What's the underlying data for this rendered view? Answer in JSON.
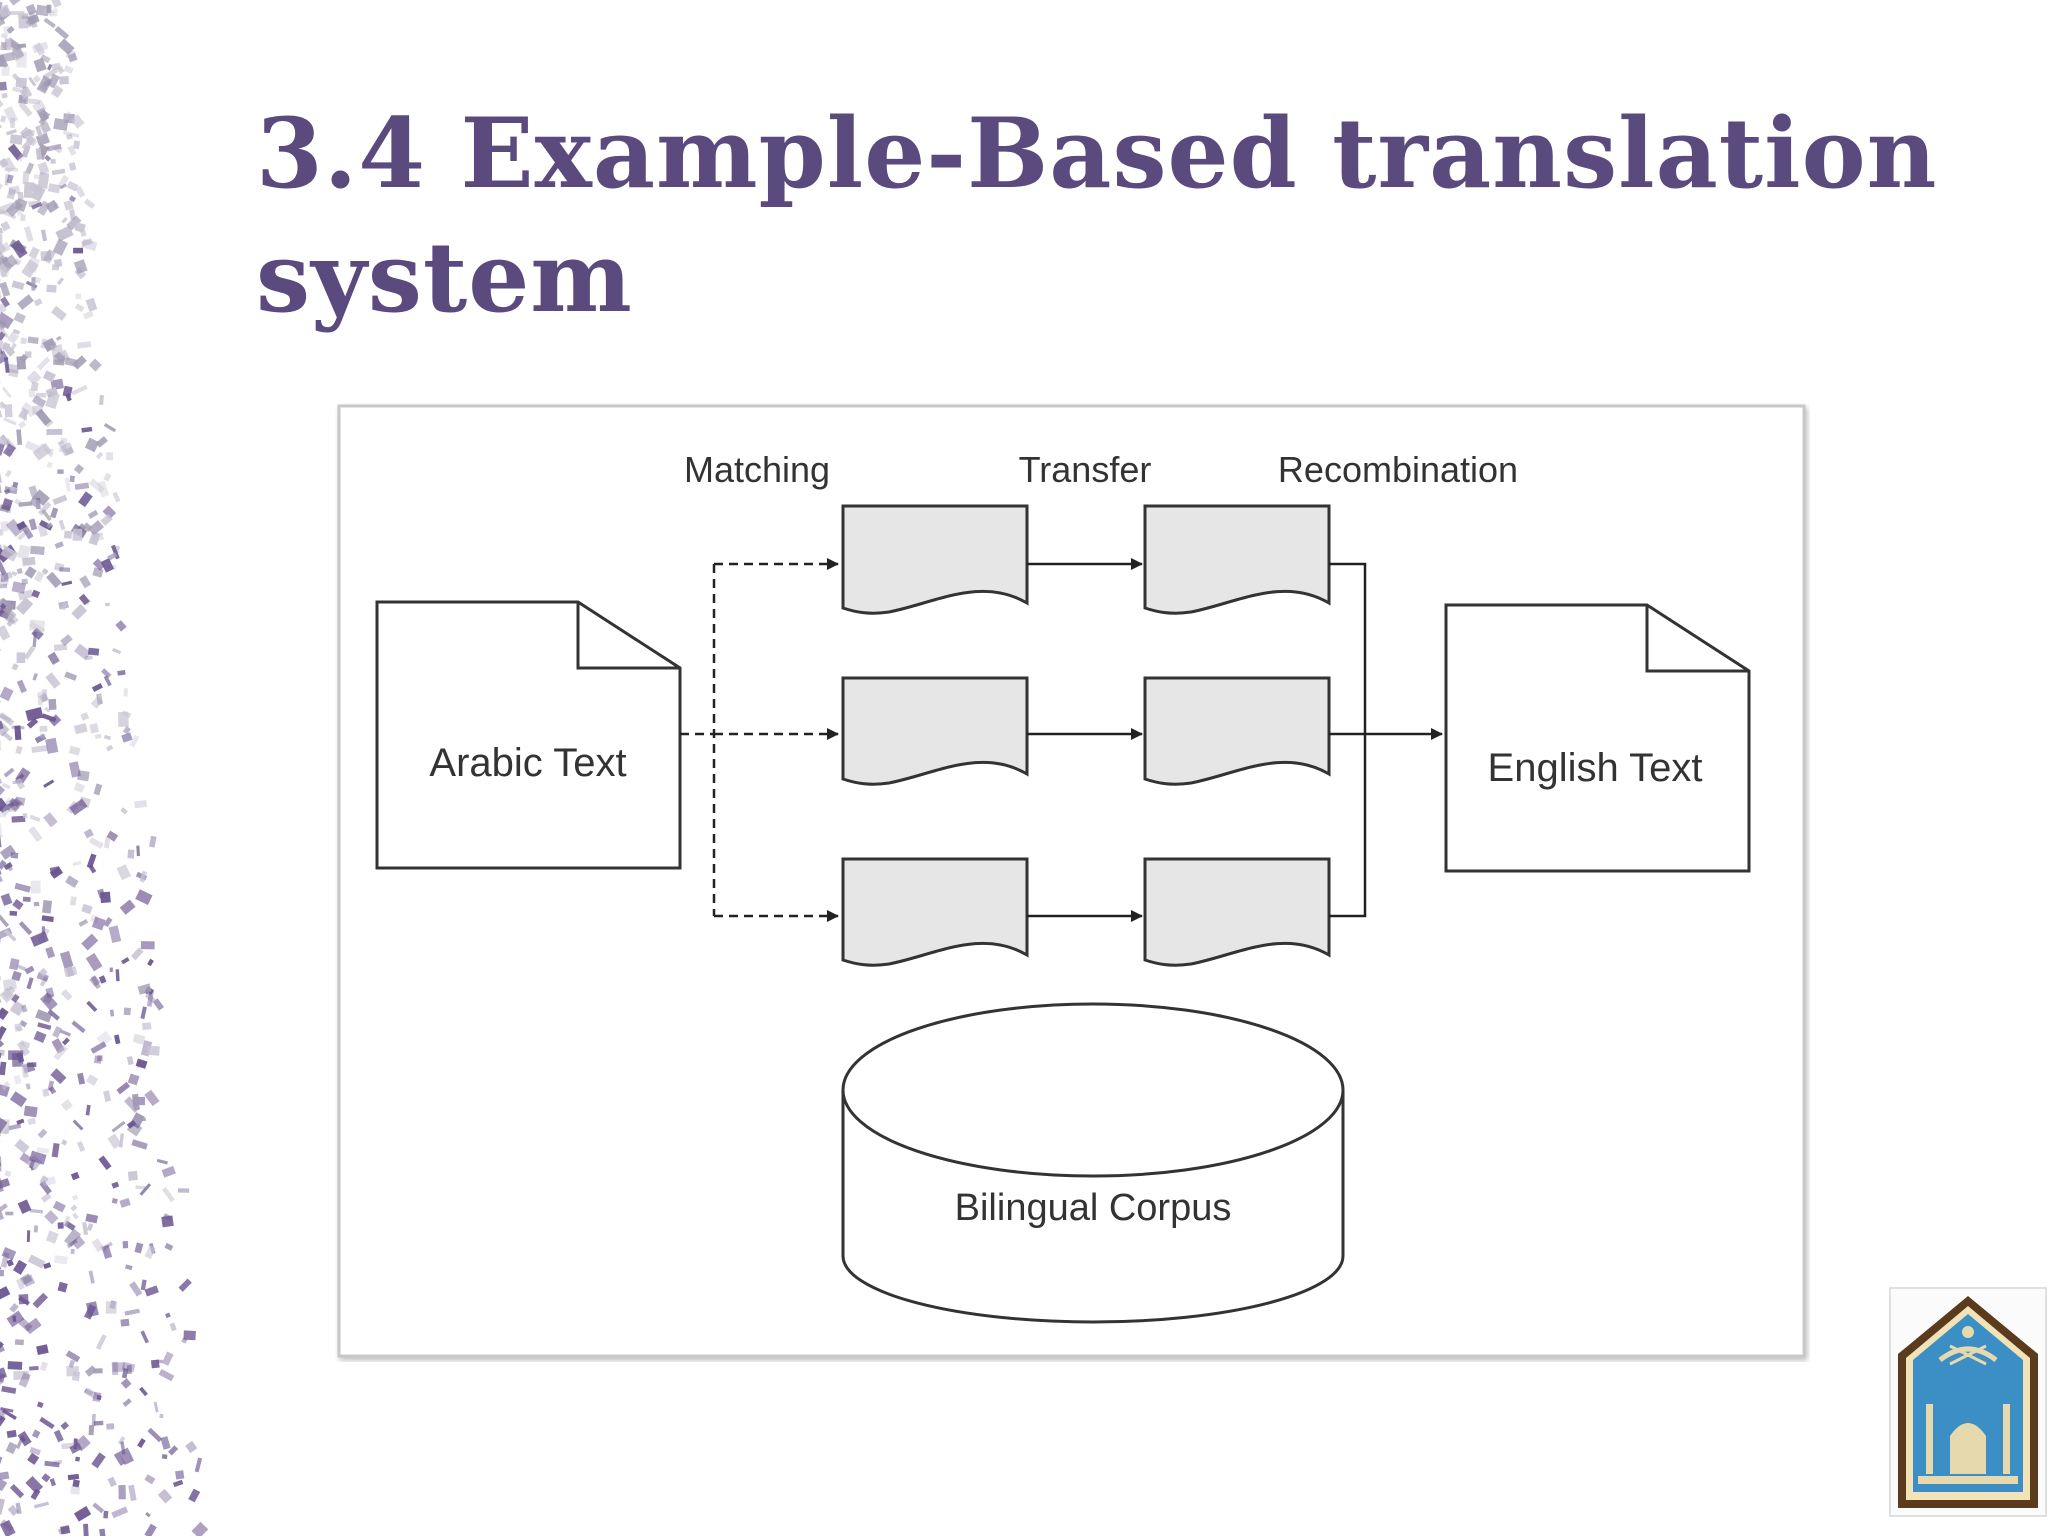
{
  "slide": {
    "title_line1": "3.4 Example-Based translation",
    "title_line2": "system",
    "title_color": "#5b4a7e"
  },
  "diagram": {
    "stages": [
      "Matching",
      "Transfer",
      "Recombination"
    ],
    "source_label": "Arabic Text",
    "target_label": "English Text",
    "corpus_label": "Bilingual Corpus",
    "fragment_fill": "#e6e6e6"
  },
  "logo": {
    "icon": "university-emblem-icon"
  }
}
